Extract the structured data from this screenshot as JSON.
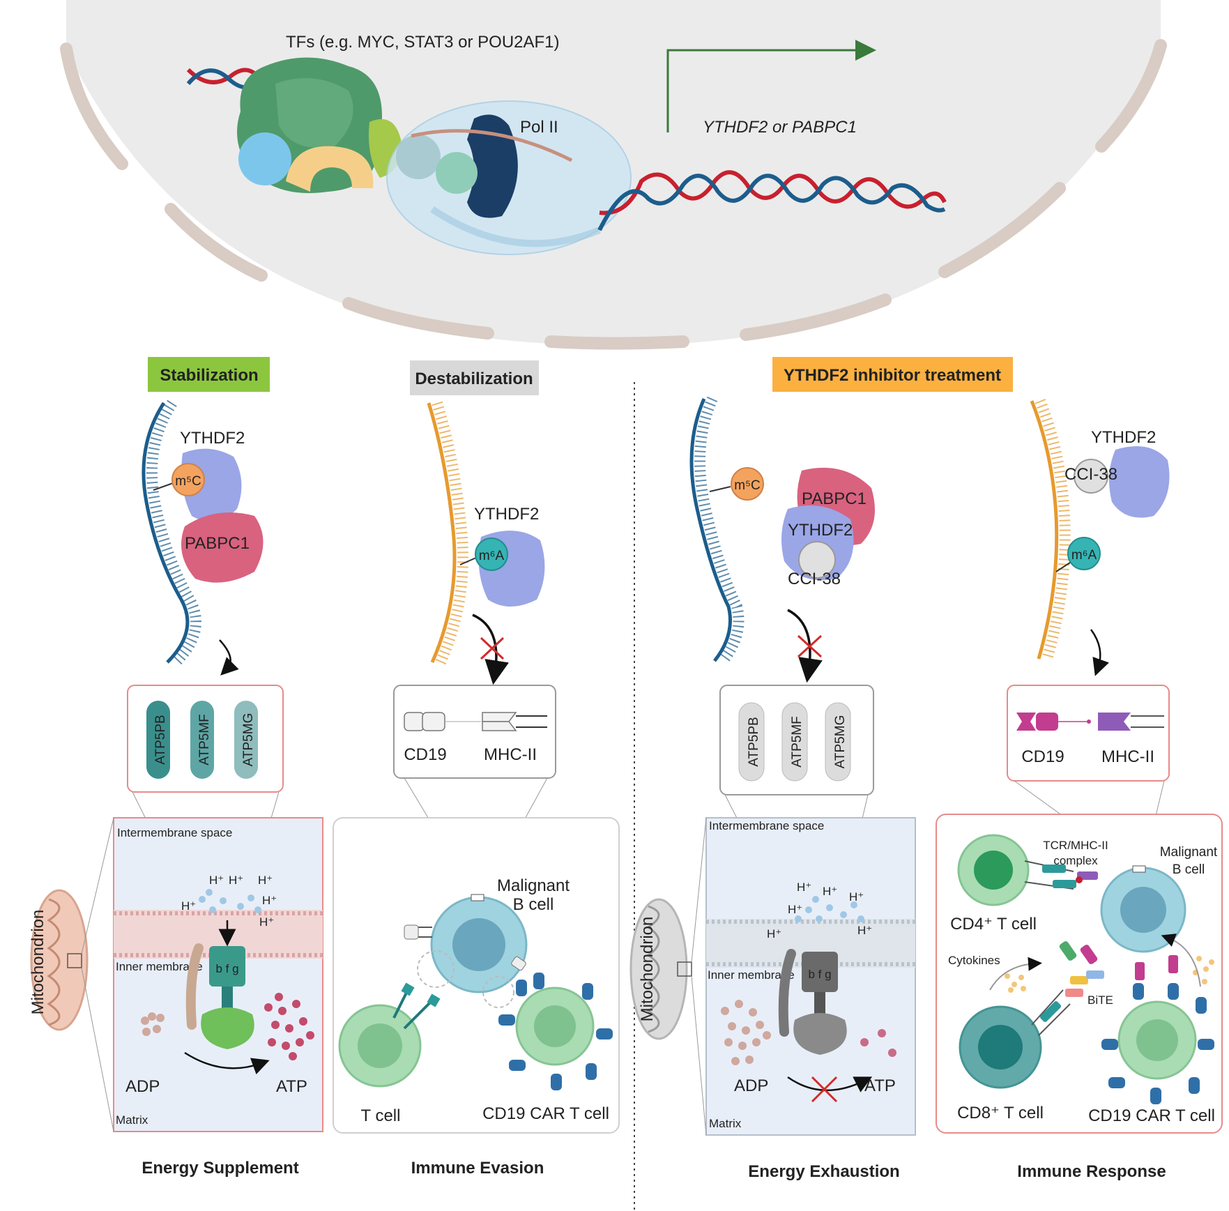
{
  "nucleus": {
    "tfs_label": "TFs (e.g. MYC, STAT3 or POU2AF1)",
    "pol2_label": "Pol II",
    "gene_label": "YTHDF2 or PABPC1"
  },
  "headers": {
    "stabilization": "Stabilization",
    "destabilization": "Destabilization",
    "inhibitor": "YTHDF2 inhibitor treatment"
  },
  "panel1": {
    "ythdf2": "YTHDF2",
    "m5c": "m⁵C",
    "pabpc1": "PABPC1",
    "genes": [
      "ATP5PB",
      "ATP5MF",
      "ATP5MG"
    ],
    "intermembrane": "Intermembrane space",
    "inner_membrane": "Inner membrane",
    "matrix": "Matrix",
    "mitochondrion": "Mitochondrion",
    "subunits": "b f g",
    "adp": "ADP",
    "atp": "ATP",
    "proton": "H⁺",
    "caption": "Energy Supplement"
  },
  "panel2": {
    "ythdf2": "YTHDF2",
    "m6a": "m⁶A",
    "cd19": "CD19",
    "mhc2": "MHC-II",
    "malignant": "Malignant",
    "b_cell": "B cell",
    "t_cell": "T cell",
    "car_t": "CD19 CAR T cell",
    "caption": "Immune Evasion"
  },
  "panel3": {
    "m5c": "m⁵C",
    "pabpc1": "PABPC1",
    "ythdf2": "YTHDF2",
    "cci38": "CCI-38",
    "genes": [
      "ATP5PB",
      "ATP5MF",
      "ATP5MG"
    ],
    "intermembrane": "Intermembrane space",
    "inner_membrane": "Inner membrane",
    "matrix": "Matrix",
    "mitochondrion": "Mitochondrion",
    "subunits": "b f g",
    "adp": "ADP",
    "atp": "ATP",
    "proton": "H⁺",
    "caption": "Energy Exhaustion"
  },
  "panel4": {
    "ythdf2": "YTHDF2",
    "cci38": "CCI-38",
    "m6a": "m⁶A",
    "cd19": "CD19",
    "mhc2": "MHC-II",
    "tcr_mhc": "TCR/MHC-II",
    "complex": "complex",
    "malignant": "Malignant",
    "b_cell": "B cell",
    "cd4": "CD4⁺ T cell",
    "cytokines": "Cytokines",
    "bite": "BiTE",
    "cd8": "CD8⁺ T cell",
    "car_t": "CD19 CAR T cell",
    "caption": "Immune Response"
  },
  "colors": {
    "stabilization": "#8cc63f",
    "destabilization": "#d8d8d8",
    "inhibitor": "#fbb040",
    "rna_blue": "#1c5d8c",
    "rna_orange": "#e69a2e",
    "ythdf2": "#9aa6e6",
    "pabpc1": "#d9627f",
    "m5c": "#f4a35e",
    "m6a": "#36b4b4",
    "box_red": "#e88a8a",
    "box_grey": "#9a9a9a",
    "mito_bg": "#e8eef8",
    "cell_b": "#9fd3e0",
    "cell_t": "#a9dcb2"
  }
}
